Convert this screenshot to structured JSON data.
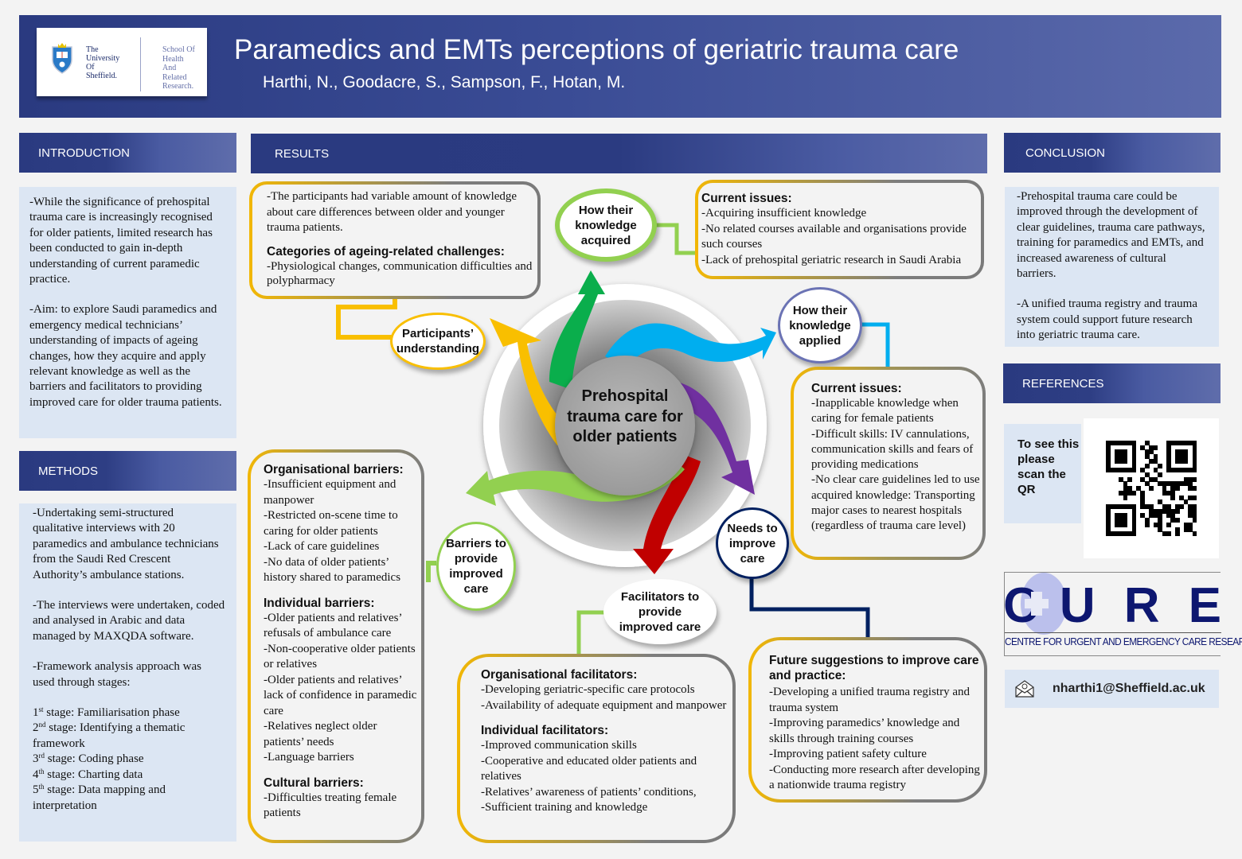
{
  "header": {
    "title": "Paramedics and EMTs perceptions of geriatric trauma care",
    "authors": "Harthi, N., Goodacre, S., Sampson, F., Hotan, M.",
    "logo": {
      "university_lines": [
        "The",
        "University",
        "Of",
        "Sheffield."
      ],
      "school_lines": [
        "School Of",
        "Health",
        "And",
        "Related",
        "Research."
      ]
    }
  },
  "introduction": {
    "heading": "INTRODUCTION",
    "paragraphs": [
      "-While the significance of prehospital trauma care is increasingly recognised for older patients, limited research has been conducted to gain in-depth understanding of current paramedic practice.",
      "-Aim: to explore Saudi paramedics and emergency medical technicians’ understanding of impacts of ageing changes, how they acquire and apply relevant knowledge as well as the barriers and facilitators to providing improved care for older trauma patients."
    ]
  },
  "methods": {
    "heading": "METHODS",
    "paragraphs": [
      "-Undertaking semi-structured qualitative interviews with 20 paramedics and ambulance technicians from the Saudi Red Crescent Authority’s ambulance stations.",
      "-The interviews were undertaken, coded and analysed in Arabic and data managed by MAXQDA software.",
      "-Framework analysis approach was used through stages:"
    ],
    "stages": [
      {
        "num": "1",
        "sup": "st",
        "text": " stage: Familiarisation phase"
      },
      {
        "num": "2",
        "sup": "nd",
        "text": " stage: Identifying a thematic framework"
      },
      {
        "num": "3",
        "sup": "rd",
        "text": " stage: Coding phase"
      },
      {
        "num": "4",
        "sup": "th",
        "text": " stage: Charting data"
      },
      {
        "num": "5",
        "sup": "th",
        "text": " stage: Data mapping and interpretation"
      }
    ]
  },
  "results": {
    "heading": "RESULTS",
    "center": "Prehospital trauma care for older patients",
    "nodes": {
      "understanding": "Participants’ understanding",
      "acquired": "How their knowledge acquired",
      "applied": "How their knowledge applied",
      "needs": "Needs to improve care",
      "facilitators": "Facilitators to provide improved care",
      "barriers": "Barriers to provide improved care"
    },
    "understanding_box": {
      "intro": "-The participants had variable amount of knowledge about care differences between older and younger trauma patients.",
      "heading": "Categories of ageing-related challenges:",
      "items": [
        "-Physiological changes, communication difficulties and polypharmacy"
      ]
    },
    "acquired_box": {
      "heading": "Current issues:",
      "items": [
        "-Acquiring insufficient knowledge",
        "-No related courses available and organisations provide such courses",
        "-Lack of prehospital geriatric research in Saudi Arabia"
      ]
    },
    "applied_box": {
      "heading": "Current issues:",
      "items": [
        "-Inapplicable knowledge when caring for female patients",
        "-Difficult skills: IV cannulations, communication skills and fears of providing medications",
        "-No clear care guidelines led to use acquired knowledge: Transporting major cases to nearest hospitals (regardless of trauma care level)"
      ]
    },
    "barriers_box": {
      "groups": [
        {
          "heading": "Organisational barriers:",
          "items": [
            "-Insufficient equipment and manpower",
            "-Restricted on-scene time to caring for older patients",
            "-Lack of care guidelines",
            "-No data of older patients’ history shared to paramedics"
          ]
        },
        {
          "heading": "Individual barriers:",
          "items": [
            "-Older patients and relatives’ refusals of ambulance care",
            "-Non-cooperative older patients or relatives",
            "-Older patients and relatives’ lack of confidence in paramedic care",
            "-Relatives neglect older patients’ needs",
            "-Language barriers"
          ]
        },
        {
          "heading": "Cultural barriers:",
          "items": [
            "-Difficulties treating female patients"
          ]
        }
      ]
    },
    "facilitators_box": {
      "groups": [
        {
          "heading": "Organisational facilitators:",
          "items": [
            "-Developing geriatric-specific care protocols",
            "-Availability of adequate equipment and manpower"
          ]
        },
        {
          "heading": "Individual facilitators:",
          "items": [
            "-Improved communication skills",
            "-Cooperative and educated older patients and relatives",
            "-Relatives’ awareness of patients’ conditions,",
            "-Sufficient training and knowledge"
          ]
        }
      ]
    },
    "future_box": {
      "heading": "Future suggestions to improve care and practice:",
      "items": [
        "-Developing a unified trauma registry and trauma system",
        "-Improving paramedics’ knowledge and skills through training courses",
        "-Improving patient safety culture",
        "-Conducting more research after developing a nationwide trauma registry"
      ]
    },
    "colors": {
      "yellow": "#f9bf00",
      "green": "#0aae4c",
      "blue": "#00aeef",
      "purple": "#7030a0",
      "red": "#c00000",
      "lightgreen": "#92d050",
      "navy": "#002060"
    }
  },
  "conclusion": {
    "heading": "CONCLUSION",
    "paragraphs": [
      "-Prehospital trauma care could be improved through the development of clear guidelines, trauma care pathways, training for paramedics and EMTs, and increased awareness of cultural barriers.",
      "-A unified trauma registry and trauma system could support future research into geriatric trauma care."
    ]
  },
  "references": {
    "heading": "REFERENCES",
    "qr_prompt": "To see this please scan the QR",
    "cure_letters": [
      "C",
      "U",
      "R",
      "E"
    ],
    "cure_subtitle": "CENTRE FOR URGENT AND EMERGENCY CARE RESEARCH",
    "email": "nharthi1@Sheffield.ac.uk"
  }
}
